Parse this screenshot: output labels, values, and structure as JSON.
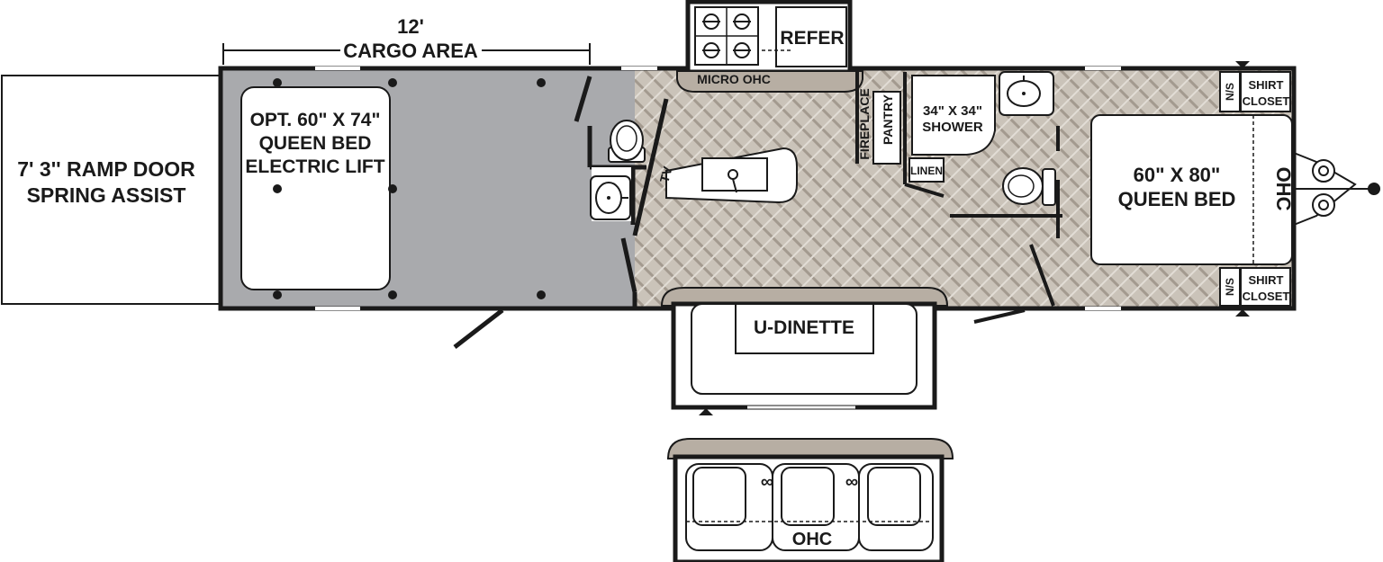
{
  "labels": {
    "cargo_dim": "12'",
    "cargo_area": "CARGO AREA",
    "ramp_line1": "7' 3'' RAMP DOOR",
    "ramp_line2": "SPRING ASSIST",
    "opt_bed_line1": "OPT. 60\" X 74\"",
    "opt_bed_line2": "QUEEN BED",
    "opt_bed_line3": "ELECTRIC LIFT",
    "refer": "REFER",
    "micro_ohc": "MICRO OHC",
    "tv": "TV",
    "fireplace": "FIREPLACE",
    "pantry": "PANTRY",
    "shower_line1": "34\" X 34\"",
    "shower_line2": "SHOWER",
    "linen": "LINEN",
    "ns_top": "N/S",
    "ns_bottom": "N/S",
    "shirt_closet_top_1": "SHIRT",
    "shirt_closet_top_2": "CLOSET",
    "shirt_closet_bottom_1": "SHIRT",
    "shirt_closet_bottom_2": "CLOSET",
    "queen_bed_line1": "60\" X 80\"",
    "queen_bed_line2": "QUEEN BED",
    "bed_ohc": "OHC",
    "u_dinette": "U-DINETTE",
    "sofa_ohc": "OHC",
    "cupholder_1": "∞",
    "cupholder_2": "∞"
  },
  "colors": {
    "wall": "#1a1a1a",
    "cargo_floor": "#a9aaad",
    "wood_floor": "#c9c2b8",
    "wood_line": "#9e958a",
    "counter": "#b7aea3",
    "fixture": "#ffffff"
  }
}
